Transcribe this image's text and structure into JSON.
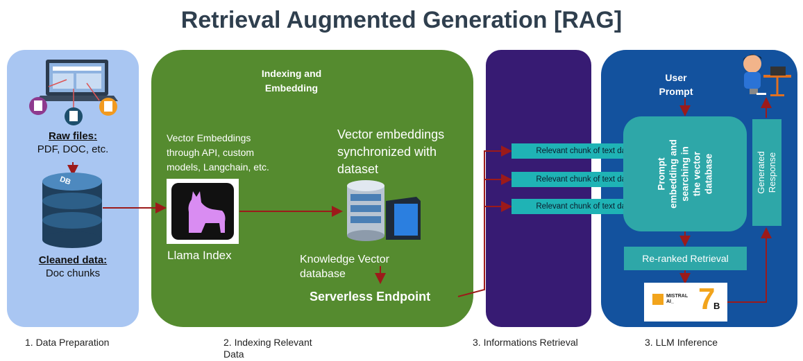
{
  "title": "Retrieval Augmented Generation [RAG]",
  "prep": {
    "raw_files_title": "Raw files:",
    "raw_files_sub": "PDF, DOC, etc.",
    "db_label": "DB",
    "cleaned_title": "Cleaned data:",
    "cleaned_sub": "Doc chunks"
  },
  "indexing": {
    "header_line1": "Indexing and",
    "header_line2": "Embedding",
    "api_line1": "Vector Embeddings",
    "api_line2": "through API, custom",
    "api_line3": "models, Langchain, etc.",
    "sync_line1": "Vector embeddings",
    "sync_line2": "synchronized with",
    "sync_line3": "dataset",
    "llama_label": "Llama Index",
    "kvdb_line1": "Knowledge Vector",
    "kvdb_line2": "database",
    "endpoint": "Serverless Endpoint"
  },
  "retrieval": {
    "chunks": [
      "Relevant chunk of text data",
      "Relevant chunk of text data",
      "Relevant chunk of text data"
    ]
  },
  "inference": {
    "user_prompt_line1": "User",
    "user_prompt_line2": "Prompt",
    "embed_line1": "Prompt",
    "embed_line2": "embedding and",
    "embed_line3": "searching in",
    "embed_line4": "the vector",
    "embed_line5": "database",
    "generated_line1": "Generated",
    "generated_line2": "Response",
    "reranked": "Re-ranked Retrieval",
    "mistral_text1": "MISTRAL",
    "mistral_text2": "AI_",
    "mistral_num": "7",
    "mistral_b": "B"
  },
  "captions": {
    "c1": "1. Data Preparation",
    "c2_line1": "2. Indexing Relevant",
    "c2_line2": "Data",
    "c3": "3. Informations Retrieval",
    "c4": "3. LLM Inference"
  },
  "colors": {
    "prep_panel": "#a9c6f2",
    "indexing_panel": "#558b2f",
    "retrieval_panel": "#371b73",
    "inference_panel": "#13529e",
    "teal": "#2ea7a8",
    "arrow": "#9c1a1a"
  }
}
